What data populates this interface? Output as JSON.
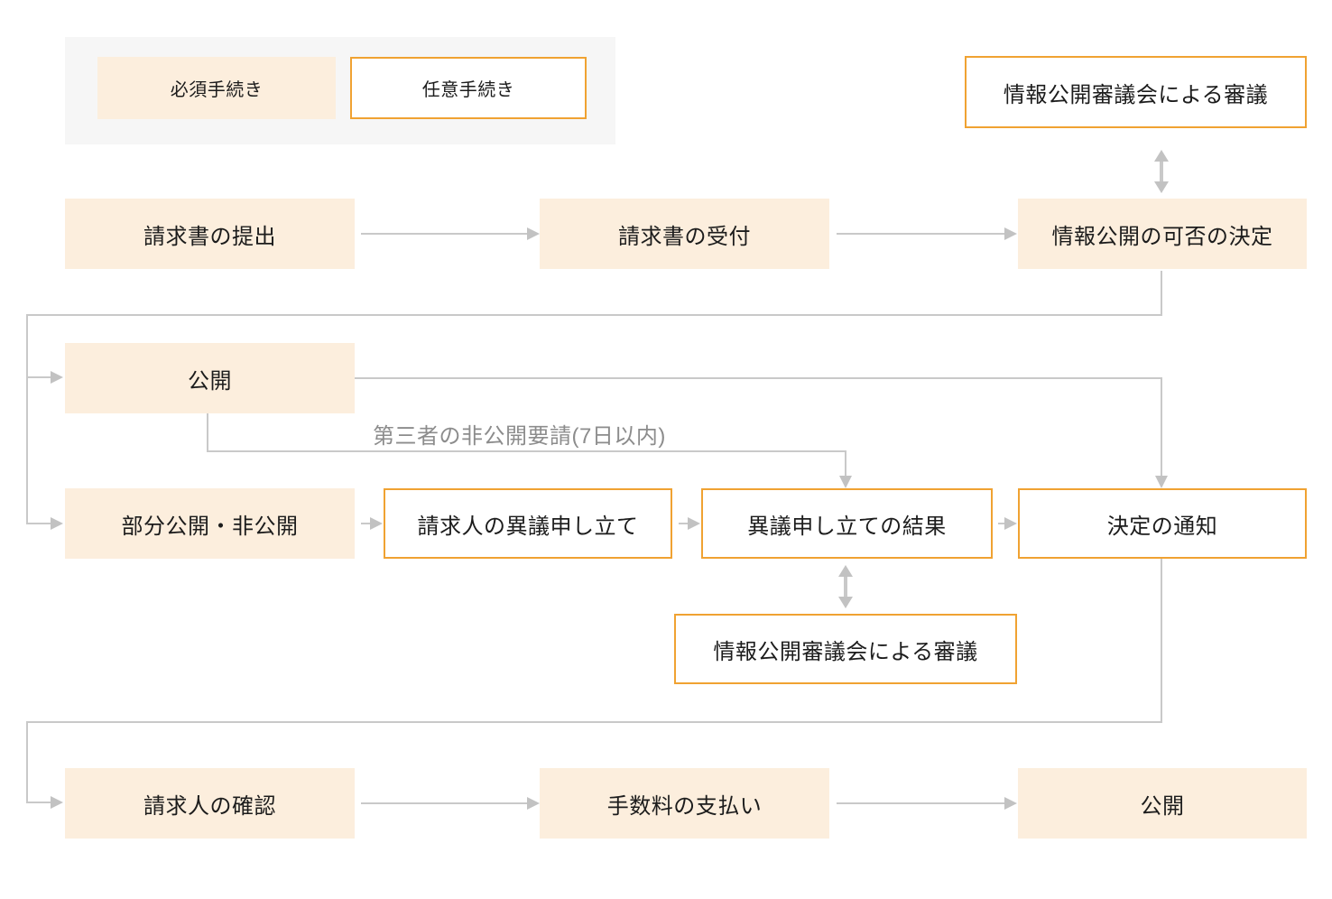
{
  "diagram": {
    "legend": {
      "required_label": "必須手続き",
      "optional_label": "任意手続き"
    },
    "nodes": {
      "council_review_top": "情報公開審議会による審議",
      "submit_request": "請求書の提出",
      "receive_request": "請求書の受付",
      "disclosure_decision": "情報公開の可否の決定",
      "disclose": "公開",
      "partial_nondisclosure": "部分公開・非公開",
      "requester_objection": "請求人の異議申し立て",
      "objection_result": "異議申し立ての結果",
      "decision_notice": "決定の通知",
      "council_review_mid": "情報公開審議会による審議",
      "requester_confirmation": "請求人の確認",
      "fee_payment": "手数料の支払い",
      "final_disclose": "公開"
    },
    "annotations": {
      "third_party_request": "第三者の非公開要請(7日以内)"
    },
    "colors": {
      "required_fill": "#fceedd",
      "optional_border": "#f0a232",
      "connector_gray": "#c9c9c9",
      "annotation_text": "#8c8c8c",
      "legend_background": "#f6f6f6",
      "node_text": "#1c1c1c"
    }
  }
}
